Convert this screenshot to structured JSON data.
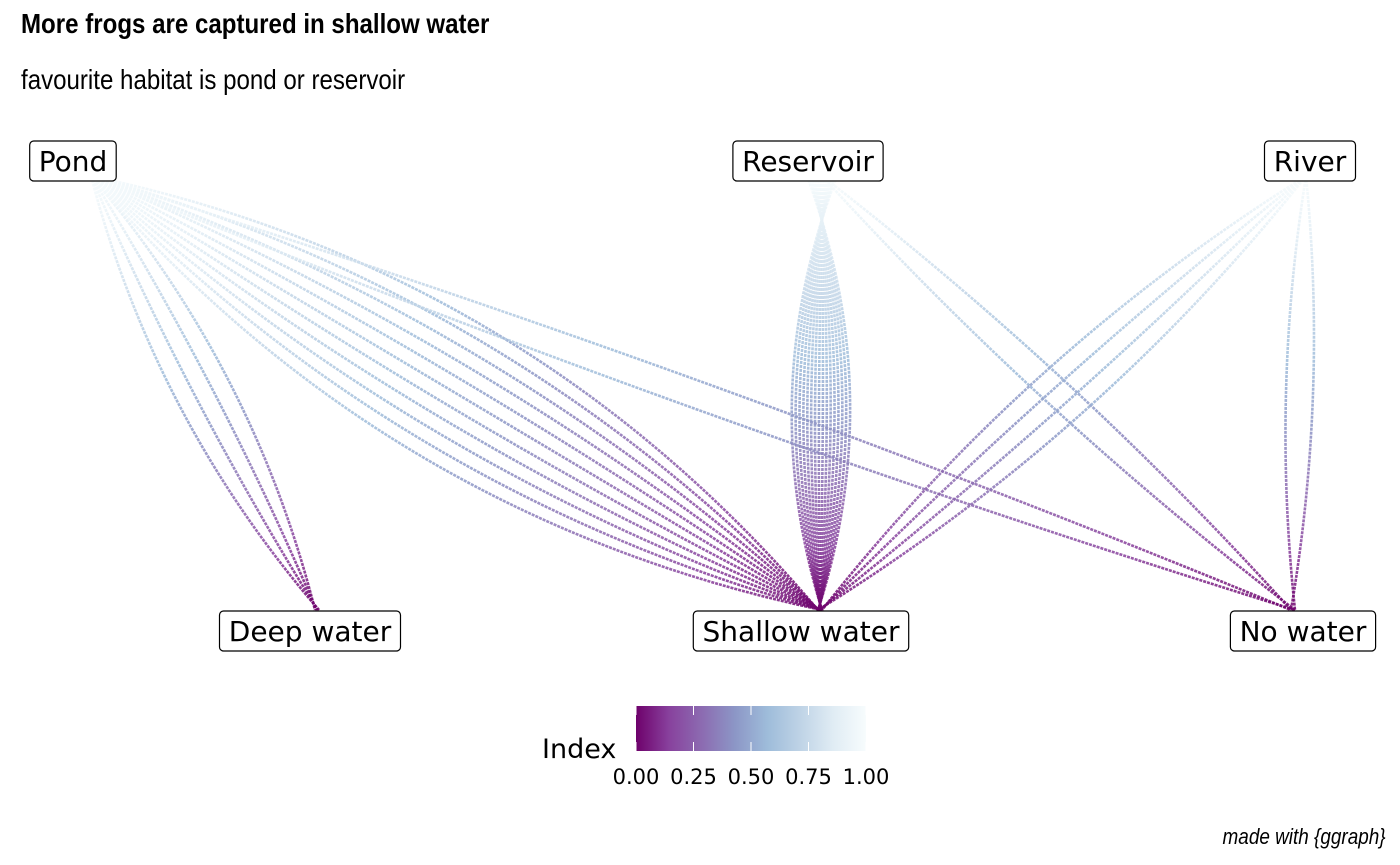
{
  "title": "More frogs are captured in shallow water",
  "subtitle": "favourite habitat is pond or reservoir",
  "caption": "made with {ggraph}",
  "graph": {
    "nodes": [
      {
        "id": "pond",
        "label": "Pond",
        "group": "habitat"
      },
      {
        "id": "reservoir",
        "label": "Reservoir",
        "group": "habitat"
      },
      {
        "id": "river",
        "label": "River",
        "group": "habitat"
      },
      {
        "id": "deep",
        "label": "Deep water",
        "group": "water"
      },
      {
        "id": "shallow",
        "label": "Shallow water",
        "group": "water"
      },
      {
        "id": "none",
        "label": "No water",
        "group": "water"
      }
    ],
    "edges": [
      {
        "from": "pond",
        "to": "deep",
        "count": 4
      },
      {
        "from": "pond",
        "to": "shallow",
        "count": 11
      },
      {
        "from": "pond",
        "to": "none",
        "count": 2
      },
      {
        "from": "reservoir",
        "to": "shallow",
        "count": 16
      },
      {
        "from": "reservoir",
        "to": "none",
        "count": 2
      },
      {
        "from": "river",
        "to": "shallow",
        "count": 4
      },
      {
        "from": "river",
        "to": "none",
        "count": 2
      }
    ],
    "edge_color_aesthetic": "Index",
    "edge_gradient_colors": [
      "#6e016b",
      "#88419d",
      "#8c6bb1",
      "#8c96c6",
      "#9ebcda",
      "#bfd3e6",
      "#e0ecf4",
      "#f7fcfd"
    ]
  },
  "legend": {
    "title": "Index",
    "ticks": [
      "0.00",
      "0.25",
      "0.50",
      "0.75",
      "1.00"
    ],
    "colors": [
      "#6e016b",
      "#88419d",
      "#8c6bb1",
      "#8c96c6",
      "#9ebcda",
      "#bfd3e6",
      "#e0ecf4",
      "#f7fcfd"
    ]
  }
}
